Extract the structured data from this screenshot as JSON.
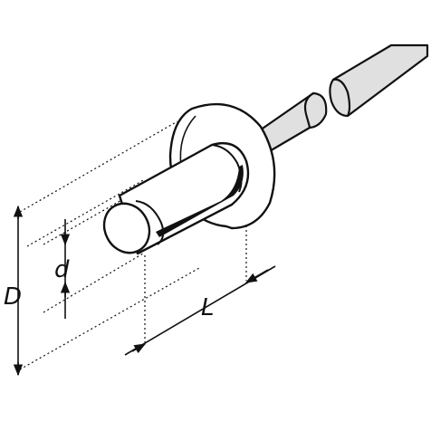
{
  "diagram": {
    "labels": {
      "outer_diameter": "D",
      "shank_diameter": "d",
      "length": "L"
    },
    "colors": {
      "line": "#111111",
      "fill": "#ffffff",
      "mandrel": "#e0e0e0",
      "shade": "#111111"
    }
  }
}
